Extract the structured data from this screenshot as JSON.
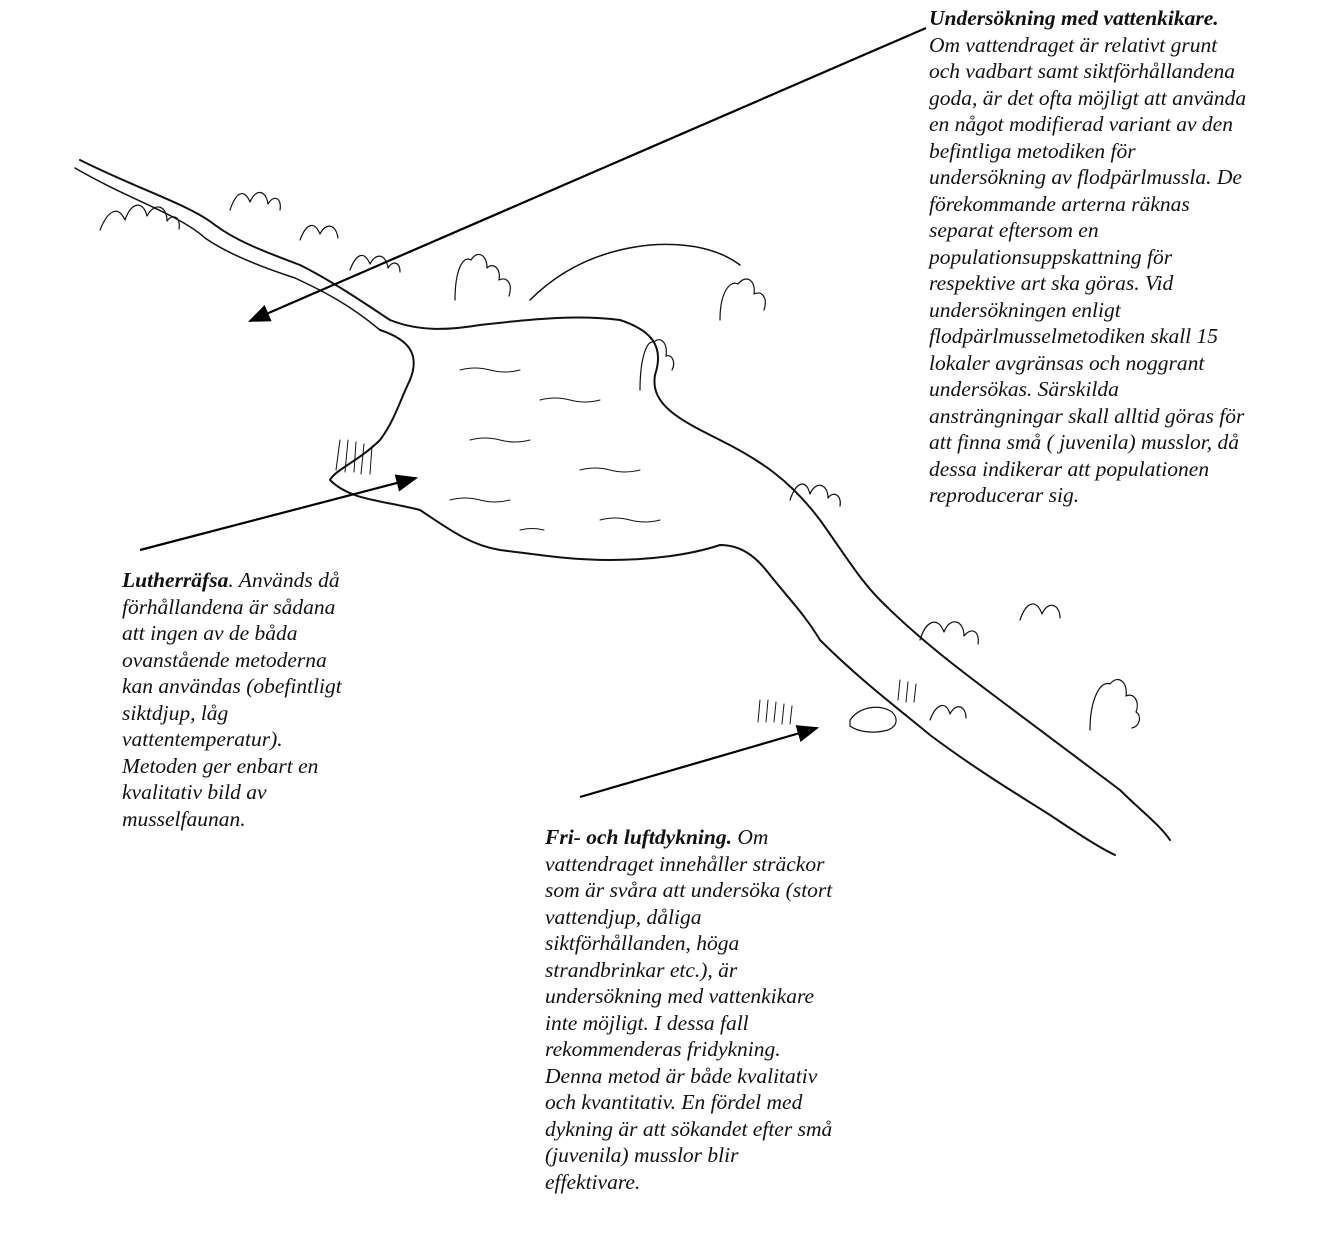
{
  "callouts": {
    "top": {
      "heading": "Undersökning med vattenkikare.",
      "lines": [
        "Om vattendraget är relativt grunt",
        "och vadbart samt siktförhållandena",
        "goda, är det ofta möjligt att använda",
        "en något modifierad variant av den",
        "befintliga metodiken för",
        "undersökning av flodpärlmussla. De",
        "förekommande arterna räknas",
        "separat eftersom en",
        "populationsuppskattning för",
        "respektive art ska göras. Vid",
        "undersökningen enligt",
        "flodpärlmusselmetodiken skall 15",
        "lokaler avgränsas och noggrant",
        "undersökas. Särskilda",
        "ansträngningar skall alltid göras för",
        "att finna små ( juvenila) musslor, då",
        "dessa indikerar att populationen",
        "reproducerar sig."
      ]
    },
    "left": {
      "heading": "Lutherräfsa",
      "first_line_rest": ". Används då",
      "lines": [
        "förhållandena är sådana",
        "att ingen av de båda",
        "ovanstående metoderna",
        "kan användas (obefintligt",
        "siktdjup, låg",
        "vattentemperatur).",
        "Metoden ger enbart en",
        "kvalitativ bild av",
        "musselfaunan."
      ]
    },
    "bottom": {
      "heading": "Fri- och luftdykning.",
      "first_line_rest": " Om",
      "lines": [
        "vattendraget innehåller sträckor",
        "som är svåra att undersöka (stort",
        "vattendjup, dåliga",
        "siktförhållanden, höga",
        "strandbrinkar etc.), är",
        "undersökning med vattenkikare",
        "inte möjligt. I dessa fall",
        "rekommenderas fridykning.",
        "Denna metod är både kvalitativ",
        "och kvantitativ. En fördel med",
        "dykning är att sökandet efter små",
        "(juvenila) musslor blir",
        "effektivare."
      ]
    }
  }
}
